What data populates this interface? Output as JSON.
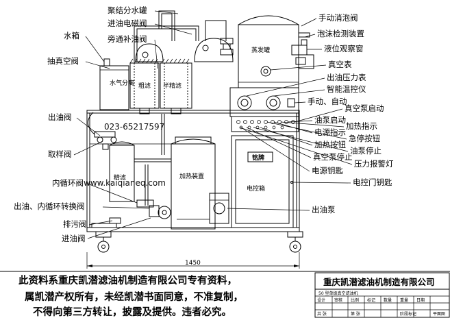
{
  "labels": {
    "l01": "聚结分水罐",
    "l02": "进油电磁阀",
    "l03": "旁通补油阀",
    "l04": "水箱",
    "l05": "抽真空阀",
    "l06": "出油阀",
    "l07": "取样阀",
    "l08": "内循环阀",
    "l09": "出油、内循环转换阀",
    "l10": "排污阀",
    "l11": "进油阀",
    "r01": "手动消泡阀",
    "r02": "泡沫检测装置",
    "r03": "液位观察窗",
    "r04": "真空表",
    "r05": "出油压力表",
    "r06": "智能温控仪",
    "r07": "手动、自动",
    "r08": "真空泵启动",
    "r09": "油泵启动",
    "r10": "加热指示",
    "r11": "电源指示",
    "r12": "急停按钮",
    "r13": "加热按钮",
    "r14": "油泵停止",
    "r15": "真空泵停止",
    "r16": "压力报警灯",
    "r17": "电源钥匙",
    "r18": "电控门钥匙",
    "r19": "出油泵"
  },
  "components": {
    "tank": "蒸发罐",
    "water": "水气分离",
    "coarse": "粗滤",
    "semi": "半精滤",
    "fine": "精滤",
    "heater": "加热装置",
    "nameplate": "铭牌",
    "cabinet": "电控箱"
  },
  "overlay": {
    "phone": "023-65217597",
    "website": "www.kaiqianeq.com",
    "dimension": "1450"
  },
  "footer": {
    "line1": "此资料系重庆凯潜滤油机制造有限公司专有资料，",
    "line2": "属凯潜产权所有，未经凯潜书面同意，不准复制，",
    "line3": "不得向第三方转让，披露及提供。违者必究。",
    "company": "重庆凯潜滤油机制造有限公司",
    "model": "50 型单级真空滤油机",
    "cells": [
      "设计",
      "审核",
      "比例",
      "标记",
      "数量",
      "重量",
      "日期",
      "共 张",
      "第 张",
      "阶段标记",
      "平面图"
    ]
  }
}
